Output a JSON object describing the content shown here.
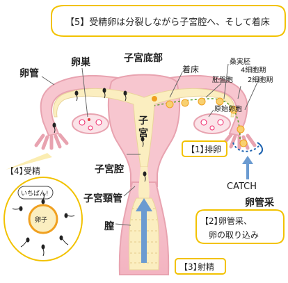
{
  "labels": {
    "step5": "【5】受精卵は分裂しながら子宮腔へ、そして着床",
    "rankan": "卵管",
    "ransou": "卵巣",
    "shikyuteibu": "子宮底部",
    "chakushou": "着床",
    "soujitsuhai": "桑実胚",
    "haibanhou": "胚盤胞",
    "saibou4": "4細胞期",
    "saibou2": "2細胞期",
    "genshiranpou": "原始卵胞",
    "shikyu": "子宮",
    "step1_num": "【1】",
    "step1_text": "排卵",
    "step4_num": "【4】",
    "step4_text": "受精",
    "ichiban": "いちばん!",
    "ranshi": "卵子",
    "shikyukou": "子宮腔",
    "catch": "CATCH",
    "rankansai": "卵管采",
    "shikyukeikan": "子宮頸管",
    "chitsu": "膣",
    "step2_num": "【2】",
    "step2_line1": "卵管采、",
    "step2_line2": "卵の取り込み",
    "step3_num": "【3】",
    "step3_text": "射精"
  },
  "colors": {
    "uterus_fill": "#f7c6cf",
    "uterus_outline": "#e8a3b0",
    "inner": "#fbeec0",
    "accent_orange": "#f0a020",
    "bubble_border": "#f2c200",
    "red_text": "#e23b3b",
    "green": "#5aa02c",
    "blue_arrow": "#6b9bd1"
  }
}
